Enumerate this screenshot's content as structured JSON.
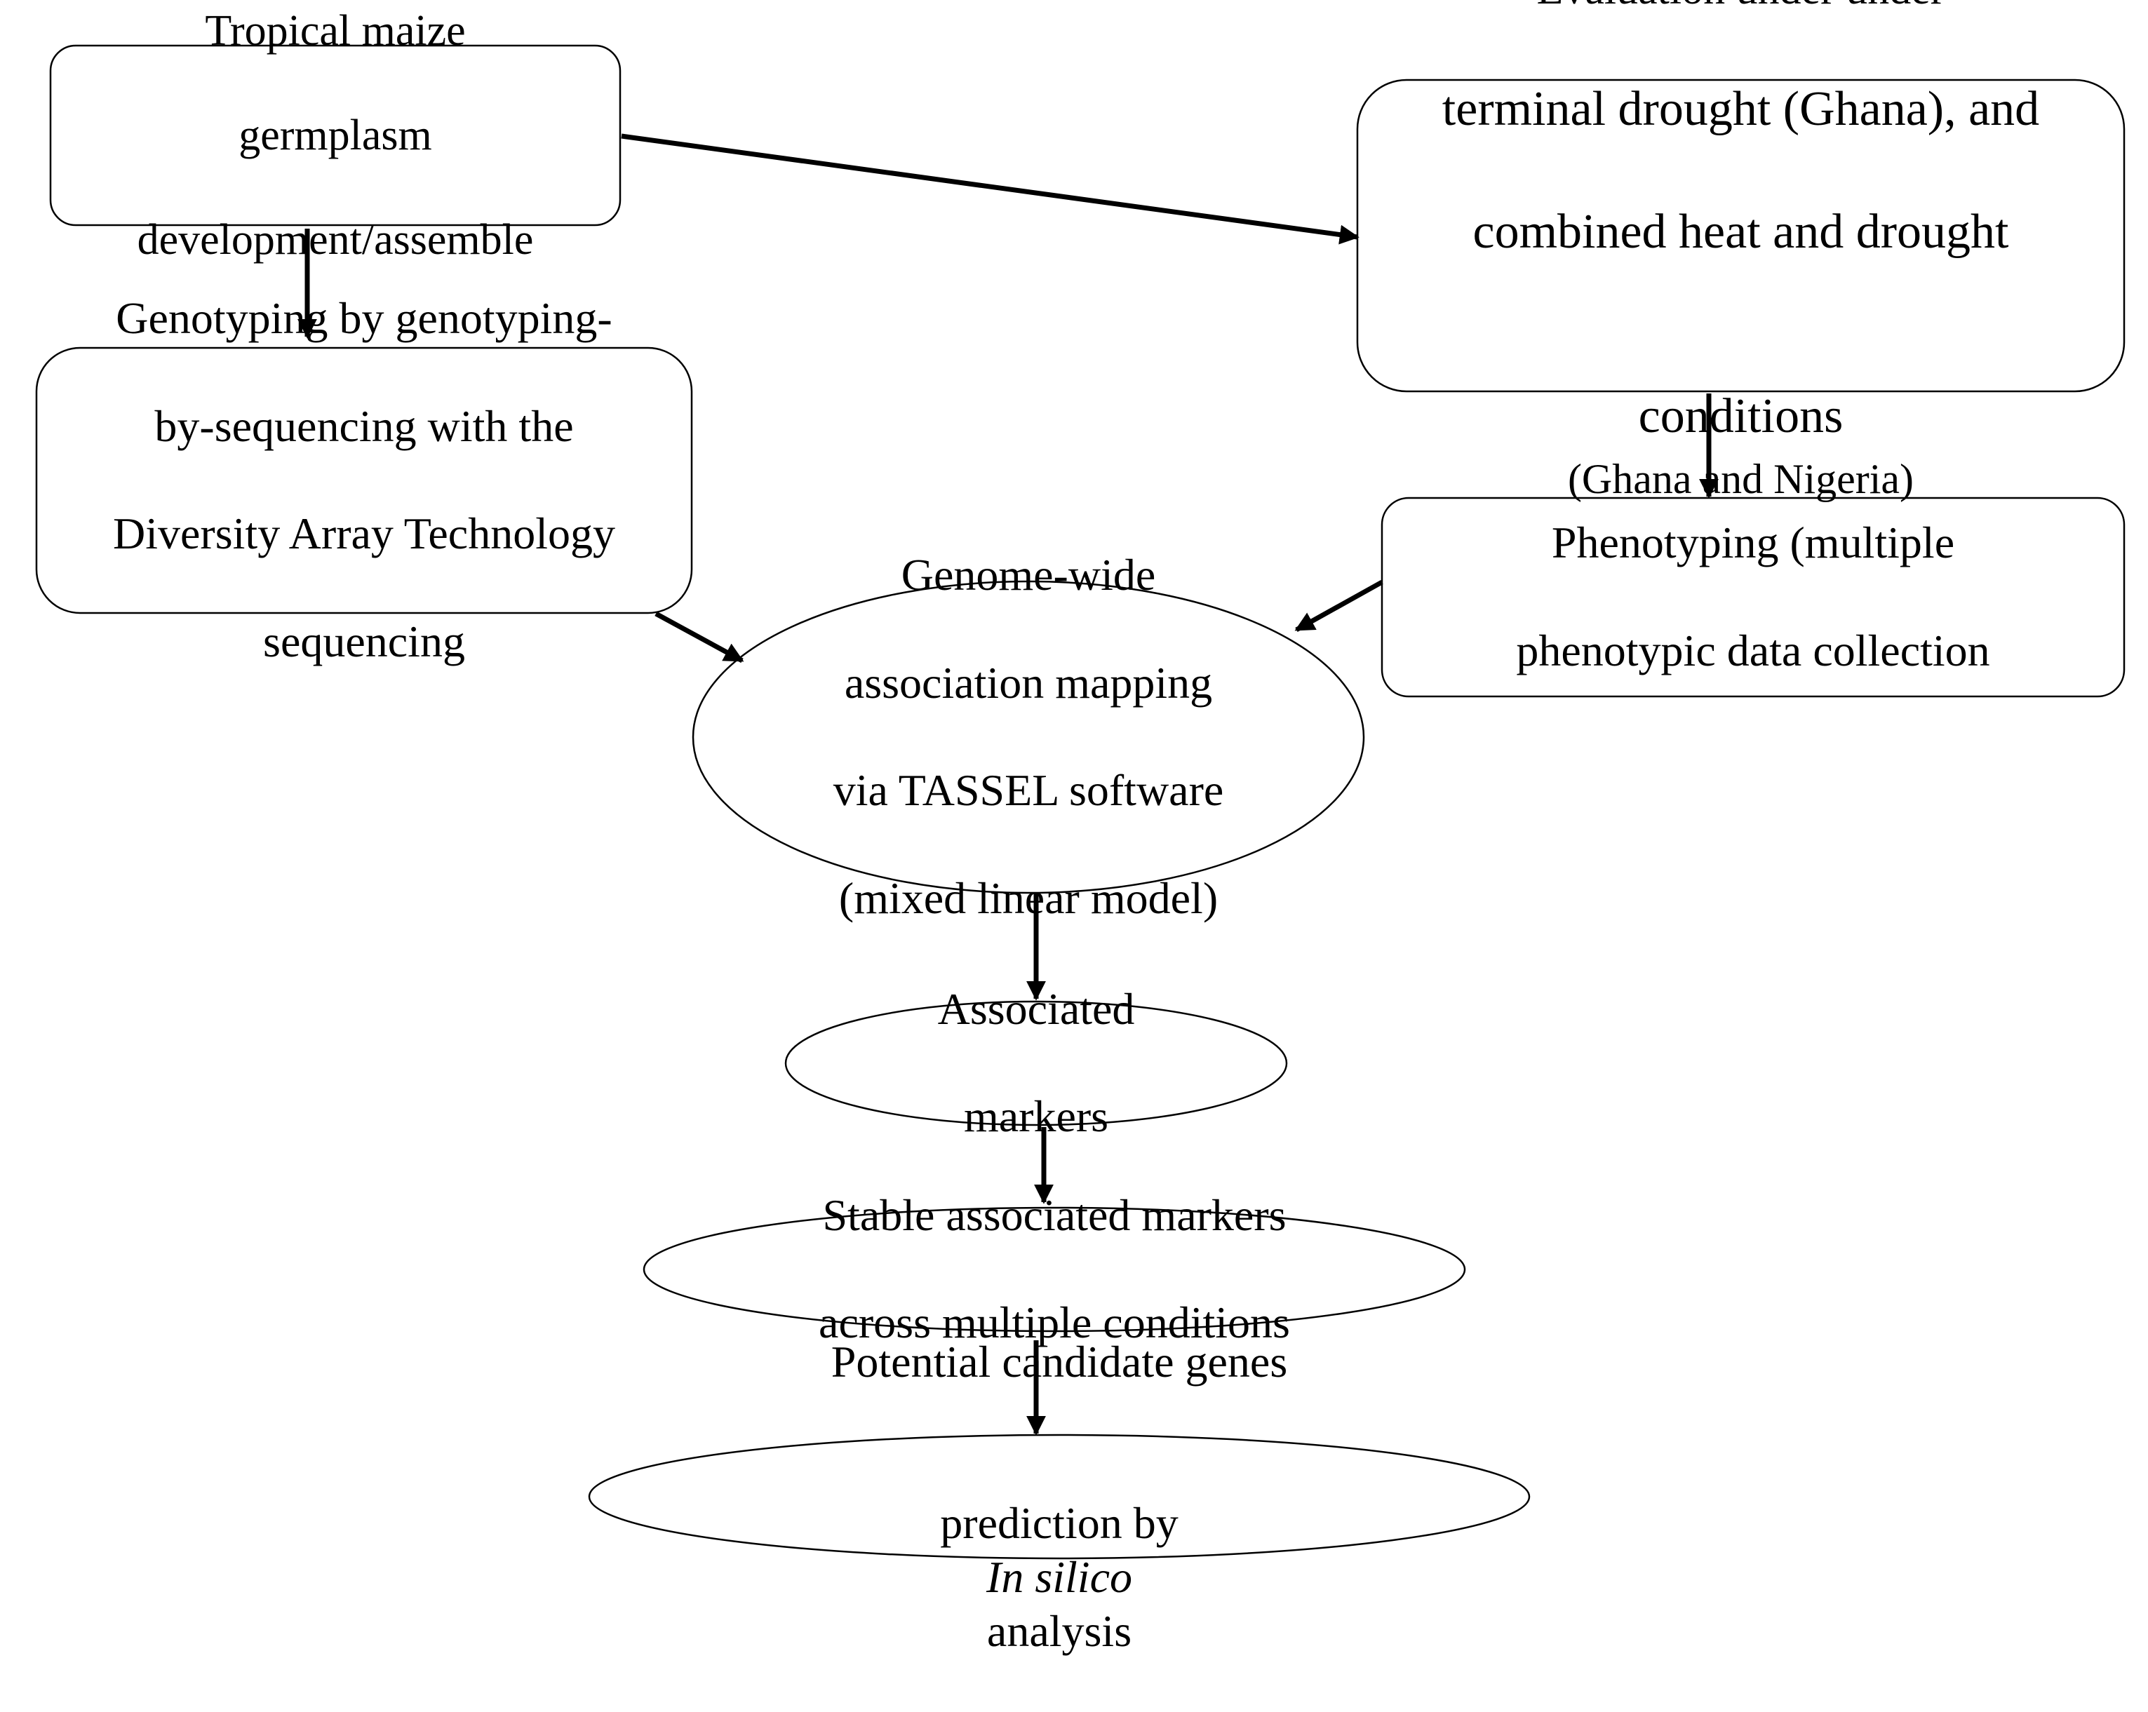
{
  "diagram": {
    "nodes": {
      "germplasm": {
        "lines": [
          "Tropical maize",
          "germplasm",
          "development/assemble"
        ]
      },
      "evaluation": {
        "line1": "Evaluation under under",
        "line2": "terminal drought (Ghana), and",
        "line3": "combined heat and drought",
        "line4_main": "conditions",
        "line4_small": "(Ghana and Nigeria)"
      },
      "genotyping": {
        "lines": [
          "Genotyping by genotyping-",
          "by-sequencing with the",
          "Diversity Array Technology",
          "sequencing"
        ]
      },
      "phenotyping": {
        "lines": [
          "Phenotyping (multiple",
          "phenotypic data collection"
        ]
      },
      "gwas": {
        "lines": [
          "Genome-wide",
          "association mapping",
          "via TASSEL software",
          "(mixed linear model)"
        ]
      },
      "associated": {
        "lines": [
          "Associated",
          "markers"
        ]
      },
      "stable": {
        "lines": [
          "Stable associated markers",
          "across multiple conditions"
        ]
      },
      "candidate": {
        "line1": "Potential candidate genes",
        "line2_pre": "prediction by",
        "line2_italic": "In silico",
        "line2_post": "analysis"
      }
    },
    "colors": {
      "stroke": "#000000",
      "fill": "#ffffff",
      "text": "#000000"
    }
  }
}
